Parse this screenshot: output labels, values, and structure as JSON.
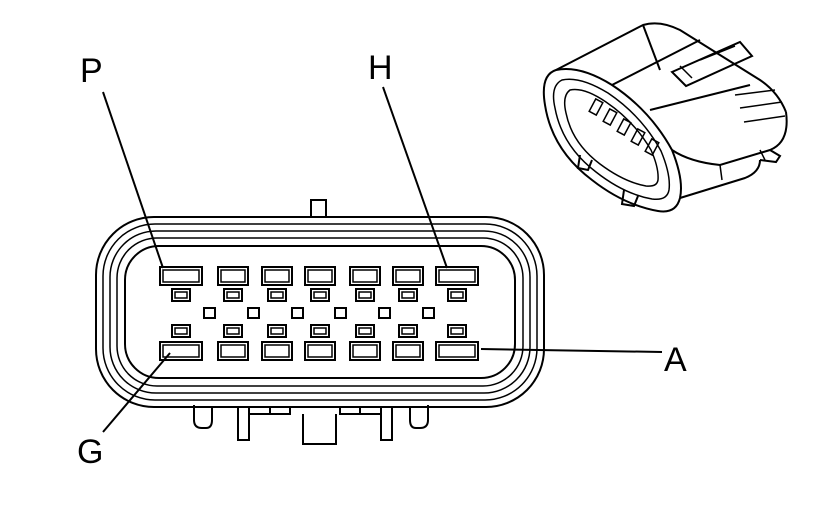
{
  "diagram": {
    "pin_labels": {
      "top_left": "P",
      "top_right": "H",
      "bottom_left": "G",
      "bottom_right": "A"
    },
    "rows": {
      "top_terminals": 7,
      "bottom_terminals": 7,
      "middle_small_pins": 6
    },
    "colors": {
      "line": "#000000",
      "background": "#ffffff"
    }
  }
}
